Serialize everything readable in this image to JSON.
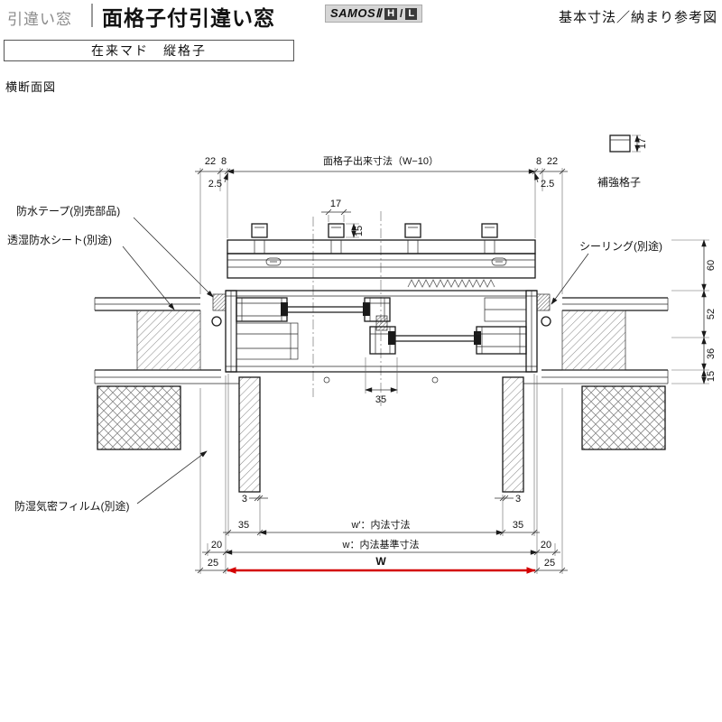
{
  "header": {
    "category": "引違い窓",
    "title": "面格子付引違い窓",
    "series": "SAMOSⅡ",
    "series_h": "H",
    "series_sep": "/",
    "series_l": "L",
    "corner_note": "基本寸法／納まり参考図",
    "variant": "在来マド　縦格子",
    "view_label": "横断面図"
  },
  "callouts": {
    "waterproof_tape": "防水テープ(別売部品)",
    "breathable_sheet": "透湿防水シート(別途)",
    "moisture_film": "防湿気密フィルム(別途)",
    "sealant": "シーリング(別途)",
    "reinforced_grille": "補強格子"
  },
  "dims": {
    "grille_width_label": "面格子出来寸法（W−10）",
    "d22_left": "22",
    "d8_left": "8",
    "d25_left": "2.5",
    "d8_right": "8",
    "d22_right": "22",
    "d25_right": "2.5",
    "bar_width": "17",
    "bar_depth": "15",
    "reinforce_17": "17",
    "v60": "60",
    "v52": "52",
    "v36": "36",
    "v15": "15",
    "c35": "35",
    "g3_left": "3",
    "g3_right": "3",
    "b35_left": "35",
    "b35_right": "35",
    "b20_left": "20",
    "b20_right": "20",
    "b25_left": "25",
    "b25_right": "25",
    "w_inner": "w′：内法寸法",
    "w_std": "w：内法基準寸法",
    "w_mark": "W"
  }
}
